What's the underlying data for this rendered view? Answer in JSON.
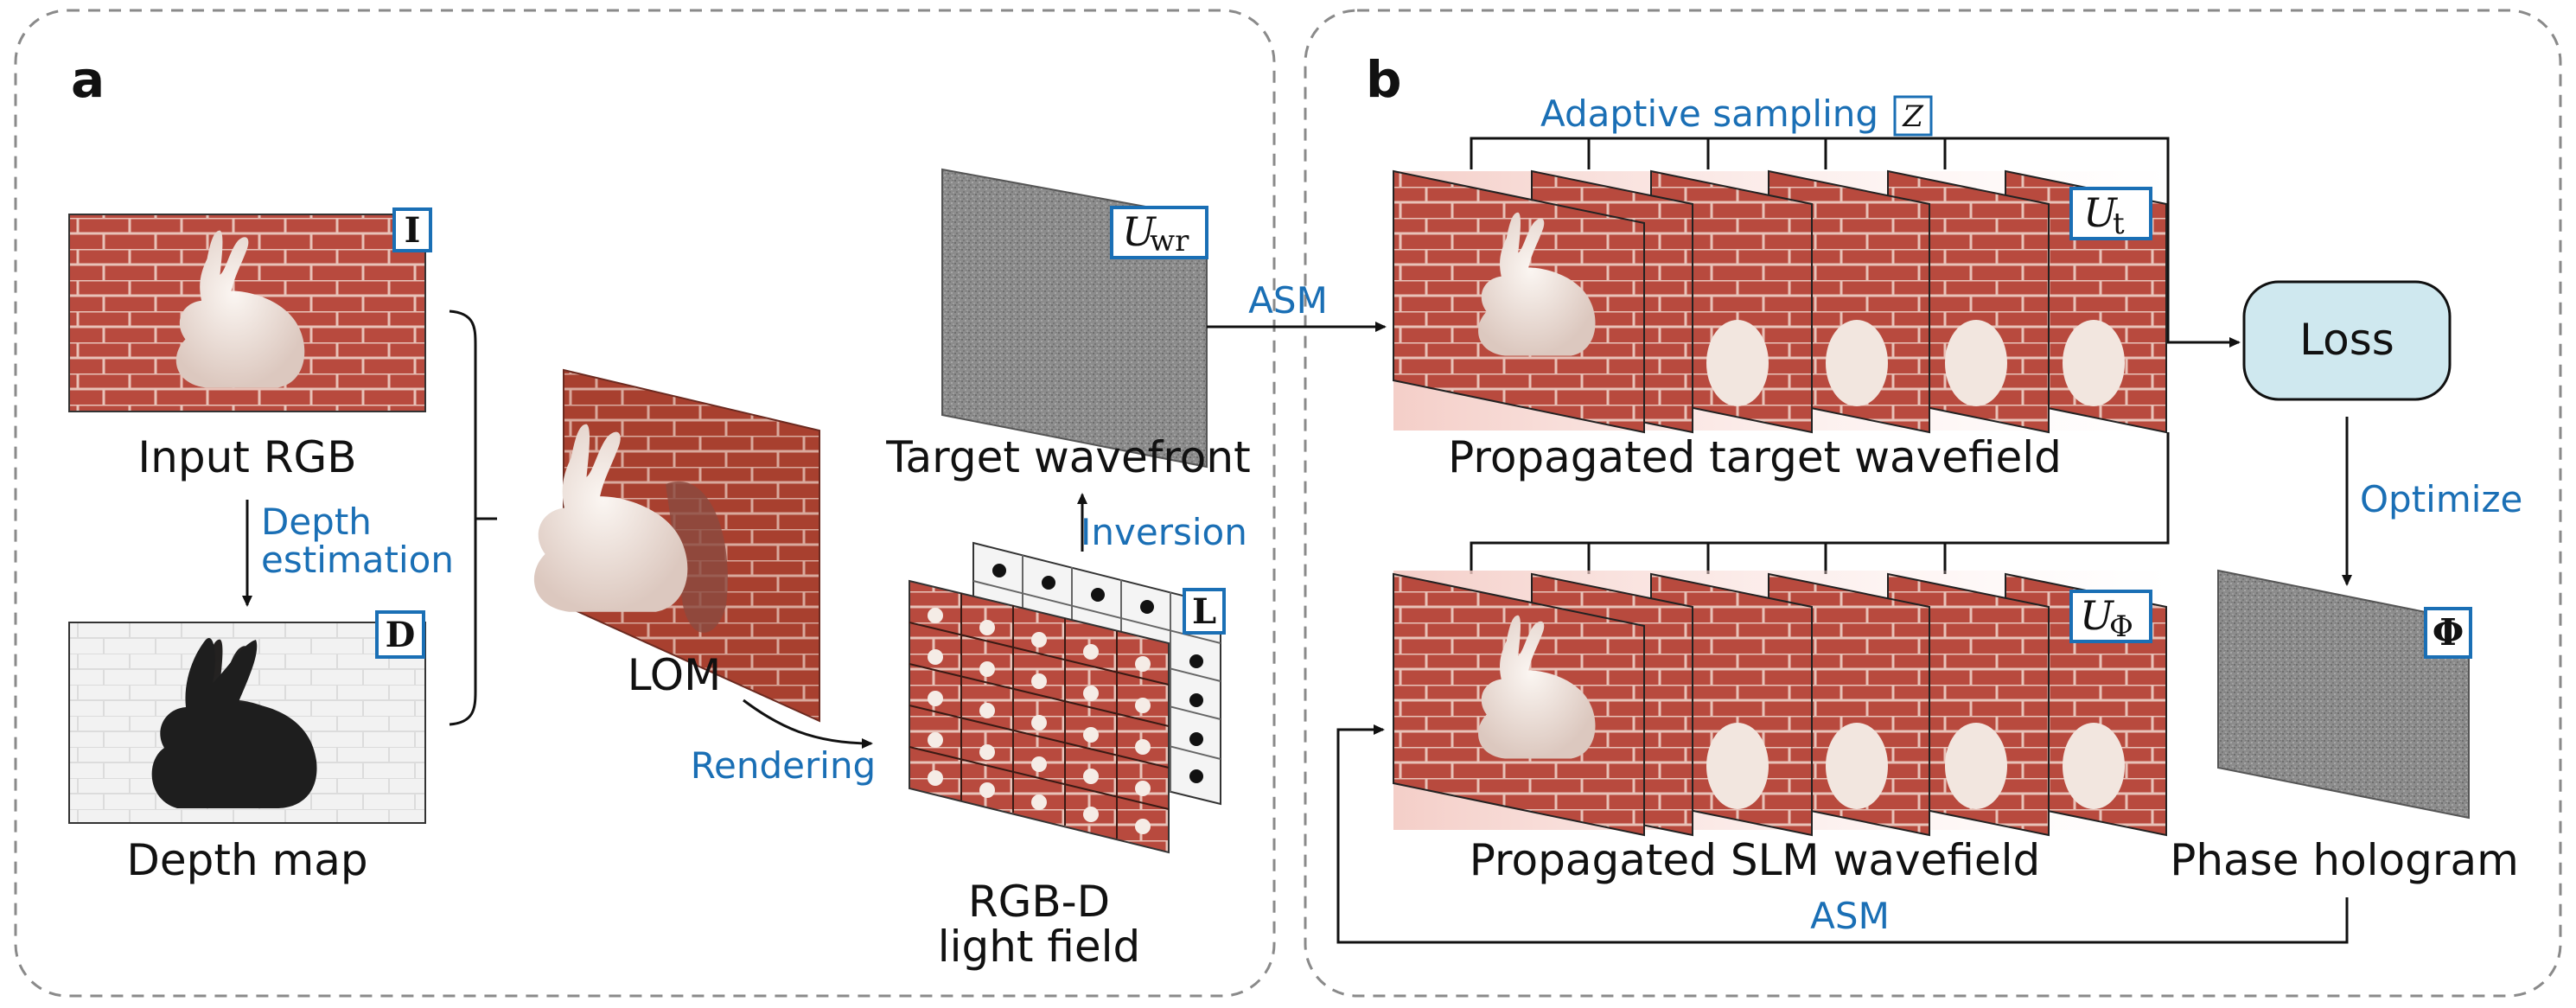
{
  "panel_a": {
    "letter": "a",
    "input_rgb_label": "Input RGB",
    "input_rgb_symbol": "I",
    "depth_step_line1": "Depth",
    "depth_step_line2": "estimation",
    "depth_map_label": "Depth map",
    "depth_map_symbol": "D",
    "lom_label": "LOM",
    "rendering_label": "Rendering",
    "light_field_line1": "RGB-D",
    "light_field_line2": "light field",
    "light_field_symbol": "L",
    "inversion_label": "Inversion",
    "target_wavefront_label": "Target wavefront",
    "target_wavefront_symbol_base": "U",
    "target_wavefront_symbol_sub": "wr"
  },
  "panel_b": {
    "letter": "b",
    "asm_top_label": "ASM",
    "adaptive_sampling_label": "Adaptive sampling",
    "adaptive_sampling_symbol": "Z",
    "target_stack_symbol_base": "U",
    "target_stack_symbol_sub": "t",
    "target_stack_label": "Propagated target wavefield",
    "loss_label": "Loss",
    "optimize_label": "Optimize",
    "slm_stack_symbol_base": "U",
    "slm_stack_symbol_sub": "Φ",
    "slm_stack_label": "Propagated SLM wavefield",
    "phase_hologram_symbol": "Φ",
    "phase_hologram_label": "Phase hologram",
    "asm_bottom_label": "ASM"
  },
  "colors": {
    "brick": "#b84a3e",
    "mortar": "#e8c2b8",
    "blue_text": "#1a6fb5",
    "loss_fill": "#cfe8ef",
    "noise_gray": "#8a8a8a"
  }
}
